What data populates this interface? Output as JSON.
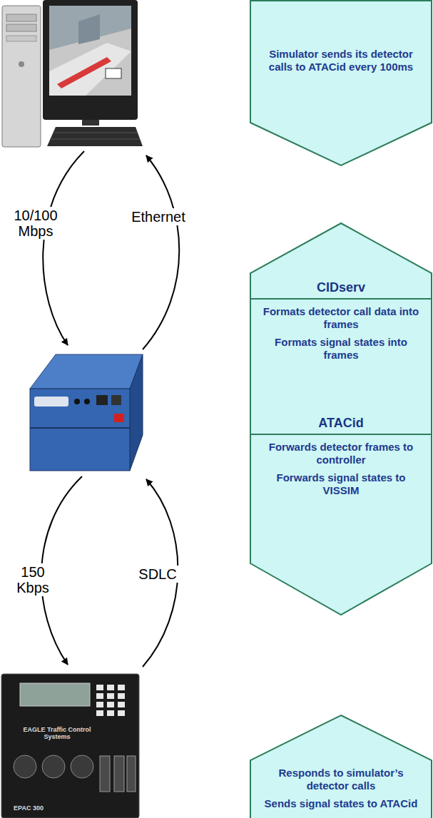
{
  "diagram": {
    "nodes": [
      {
        "text": [
          "Simulator sends its detector calls to ATACid every 100ms"
        ]
      },
      {
        "text": [
          "CIDserv",
          "Formats detector call data into frames",
          "Formats signal states into frames"
        ]
      },
      {
        "text": [
          "ATACid",
          "Forwards detector frames to controller",
          "Forwards signal states to VISSIM"
        ]
      },
      {
        "text": [
          "Responds to simulator’s detector calls",
          "Sends signal states to ATACid"
        ]
      }
    ],
    "labels": [
      "10/100 Mbps",
      "Ethernet",
      "150 Kbps",
      "SDLC",
      "EAGLE Traffic Control Systems",
      "EPAC 300"
    ]
  }
}
